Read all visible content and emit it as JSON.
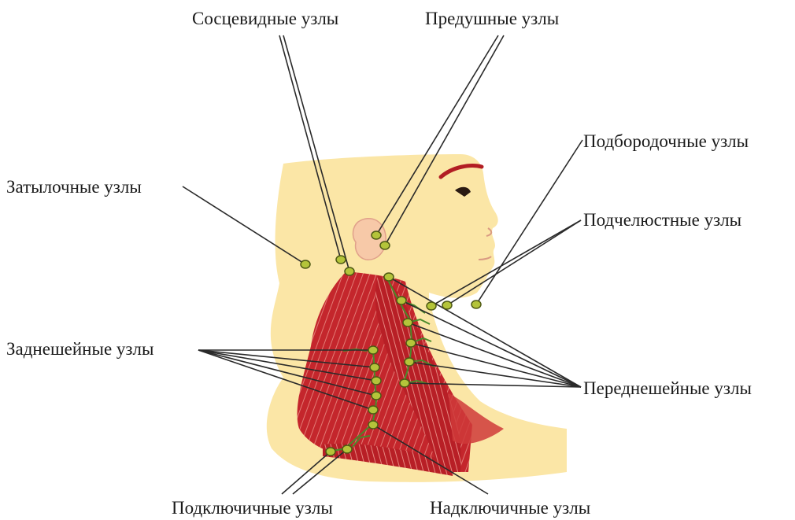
{
  "labels": {
    "mastoid": "Сосцевидные узлы",
    "preauricular": "Предушные узлы",
    "submental": "Подбородочные узлы",
    "occipital": "Затылочные узлы",
    "submandibular": "Подчелюстные узлы",
    "posterior_cervical": "Заднешейные узлы",
    "anterior_cervical": "Переднешейные узлы",
    "subclavian": "Подключичные узлы",
    "supraclavicular": "Надключичные узлы"
  },
  "colors": {
    "skin": "#fbe6a6",
    "muscle": "#c4262c",
    "node": "#b4c43a",
    "vessel": "#4a8a2a",
    "leader": "#2a2a2a"
  }
}
